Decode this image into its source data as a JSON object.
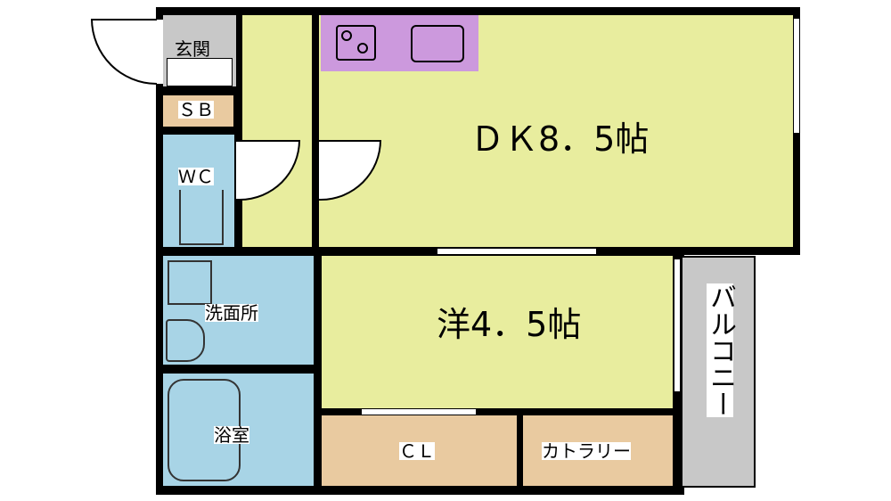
{
  "rooms": {
    "entrance": "玄関",
    "shoe_box": "ＳＢ",
    "toilet": "ＷＣ",
    "dining_kitchen": "ＤＫ8．5帖",
    "washroom": "洗面所",
    "bathroom": "浴室",
    "western_room": "洋4．5帖",
    "closet": "ＣＬ",
    "cutlery": "カトラリー",
    "balcony": "バルコニー"
  },
  "colors": {
    "living": "#e8ed9e",
    "wet": "#a8d4e6",
    "storage": "#e9caa0",
    "kitchen": "#cc99dd",
    "outdoor": "#c8c8c8"
  }
}
